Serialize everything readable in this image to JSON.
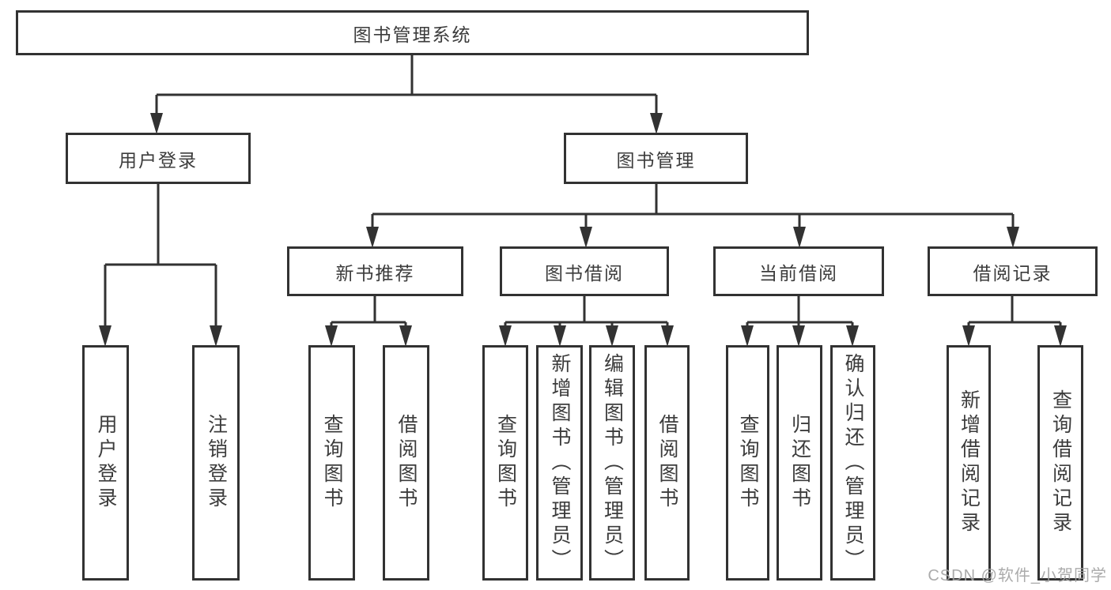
{
  "diagram_title": "图书管理系统",
  "tree": {
    "label": "图书管理系统",
    "children": [
      {
        "label": "用户登录",
        "children": [
          {
            "label": "用户登录"
          },
          {
            "label": "注销登录"
          }
        ]
      },
      {
        "label": "图书管理",
        "children": [
          {
            "label": "新书推荐",
            "children": [
              {
                "label": "查询图书"
              },
              {
                "label": "借阅图书"
              }
            ]
          },
          {
            "label": "图书借阅",
            "children": [
              {
                "label": "查询图书"
              },
              {
                "label": "新增图书（管理员）"
              },
              {
                "label": "编辑图书（管理员）"
              },
              {
                "label": "借阅图书"
              }
            ]
          },
          {
            "label": "当前借阅",
            "children": [
              {
                "label": "查询图书"
              },
              {
                "label": "归还图书"
              },
              {
                "label": "确认归还（管理员）"
              }
            ]
          },
          {
            "label": "借阅记录",
            "children": [
              {
                "label": "新增借阅记录"
              },
              {
                "label": "查询借阅记录"
              }
            ]
          }
        ]
      }
    ]
  },
  "watermark": {
    "text": "CSDN @软件_小贺同学"
  },
  "colors": {
    "line": "#323232",
    "box_border": "#323232",
    "text": "#3c3c3c",
    "background": "#ffffff",
    "watermark": "#a2a2a2"
  }
}
